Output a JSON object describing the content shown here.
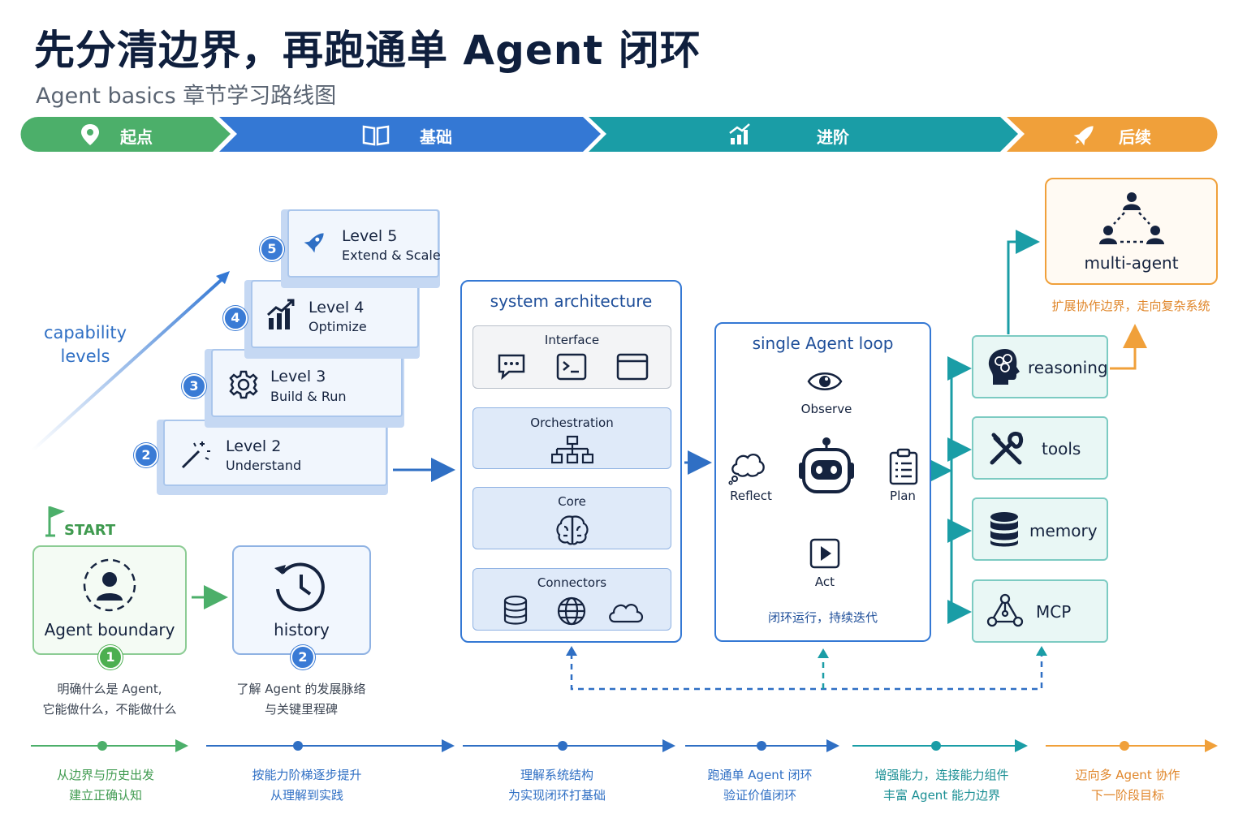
{
  "title": "先分清边界，再跑通单 Agent 闭环",
  "subtitle": "Agent basics 章节学习路线图",
  "stages": [
    {
      "label": "起点",
      "color": "#4caf6a",
      "icon": "map-pin-icon"
    },
    {
      "label": "基础",
      "color": "#3478d4",
      "icon": "book-icon"
    },
    {
      "label": "进阶",
      "color": "#1a9da6",
      "icon": "growth-chart-icon"
    },
    {
      "label": "后续",
      "color": "#f0a03a",
      "icon": "rocket-icon"
    }
  ],
  "capability": {
    "label_line1": "capability",
    "label_line2": "levels",
    "levels": [
      {
        "num": "5",
        "title": "Level 5",
        "subtitle": "Extend & Scale",
        "icon": "rocket-icon"
      },
      {
        "num": "4",
        "title": "Level 4",
        "subtitle": "Optimize",
        "icon": "growth-chart-icon"
      },
      {
        "num": "3",
        "title": "Level 3",
        "subtitle": "Build & Run",
        "icon": "gear-icon"
      },
      {
        "num": "2",
        "title": "Level 2",
        "subtitle": "Understand",
        "icon": "magic-wand-icon"
      }
    ]
  },
  "start": {
    "label": "START",
    "boundary": {
      "label": "Agent boundary",
      "num": "1",
      "desc_line1": "明确什么是 Agent,",
      "desc_line2": "它能做什么，不能做什么"
    },
    "history": {
      "label": "history",
      "num": "2",
      "desc_line1": "了解 Agent 的发展脉络",
      "desc_line2": "与关键里程碑"
    }
  },
  "architecture": {
    "title": "system architecture",
    "layers": [
      {
        "label": "Interface",
        "icons": [
          "chat-icon",
          "terminal-icon",
          "browser-window-icon"
        ]
      },
      {
        "label": "Orchestration",
        "icons": [
          "hierarchy-icon"
        ]
      },
      {
        "label": "Core",
        "icons": [
          "brain-icon"
        ]
      },
      {
        "label": "Connectors",
        "icons": [
          "database-icon",
          "globe-icon",
          "cloud-icon"
        ]
      }
    ]
  },
  "loop": {
    "title": "single Agent loop",
    "steps": {
      "observe": "Observe",
      "plan": "Plan",
      "act": "Act",
      "reflect": "Reflect"
    },
    "caption": "闭环运行，持续迭代",
    "icon": "robot-icon"
  },
  "capabilities": [
    {
      "label": "reasoning",
      "icon": "brain-head-icon"
    },
    {
      "label": "tools",
      "icon": "tools-icon"
    },
    {
      "label": "memory",
      "icon": "database-icon"
    },
    {
      "label": "MCP",
      "icon": "network-nodes-icon"
    }
  ],
  "multi_agent": {
    "label": "multi-agent",
    "caption": "扩展协作边界，走向复杂系统",
    "icon": "team-icon"
  },
  "timeline": [
    {
      "line1": "从边界与历史出发",
      "line2": "建立正确认知",
      "color": "#3f9a4f"
    },
    {
      "line1": "按能力阶梯逐步提升",
      "line2": "从理解到实践",
      "color": "#2f6fc4"
    },
    {
      "line1": "理解系统结构",
      "line2": "为实现闭环打基础",
      "color": "#2f6fc4"
    },
    {
      "line1": "跑通单 Agent 闭环",
      "line2": "验证价值闭环",
      "color": "#2f6fc4"
    },
    {
      "line1": "增强能力，连接能力组件",
      "line2": "丰富 Agent 能力边界",
      "color": "#1a8f94"
    },
    {
      "line1": "迈向多 Agent 协作",
      "line2": "下一阶段目标",
      "color": "#e0862a"
    }
  ]
}
